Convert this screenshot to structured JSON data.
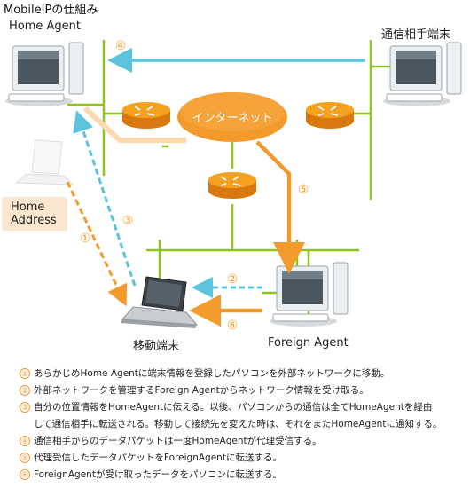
{
  "title": "MobileIPの仕組み",
  "labels": {
    "home_agent": "Home Agent",
    "correspondent": "通信相手端末",
    "internet": "インターネット",
    "home_address": "Home\nAddress",
    "mobile_terminal": "移動端末",
    "foreign_agent": "Foreign Agent"
  },
  "markers": [
    "①",
    "②",
    "③",
    "④",
    "⑤",
    "⑥"
  ],
  "steps": [
    {
      "num": "①",
      "text": "あらかじめHome Agentに端末情報を登録したパソコンを外部ネットワークに移動。"
    },
    {
      "num": "②",
      "text": "外部ネットワークを管理するForeign Agentからネットワーク情報を受け取る。"
    },
    {
      "num": "③",
      "text": "自分の位置情報をHomeAgentに伝える。以後、パソコンからの通信は全てHomeAgentを経由",
      "cont": "して通信相手に転送される。移動して接続先を変えた時は、それをまたHomeAgentに通知する。"
    },
    {
      "num": "④",
      "text": "通信相手からのデータパケットは一度HomeAgentが代理受信する。"
    },
    {
      "num": "⑤",
      "text": "代理受信したデータパケットをForeignAgentに転送する。"
    },
    {
      "num": "⑥",
      "text": "ForeignAgentが受け取ったデータをパソコンに転送する。"
    }
  ],
  "colors": {
    "network_line": "#8fc31f",
    "arrow_blue": "#5bc3dc",
    "arrow_orange": "#f39a2c",
    "router": "#f5a020",
    "number": "#f39a2c"
  }
}
